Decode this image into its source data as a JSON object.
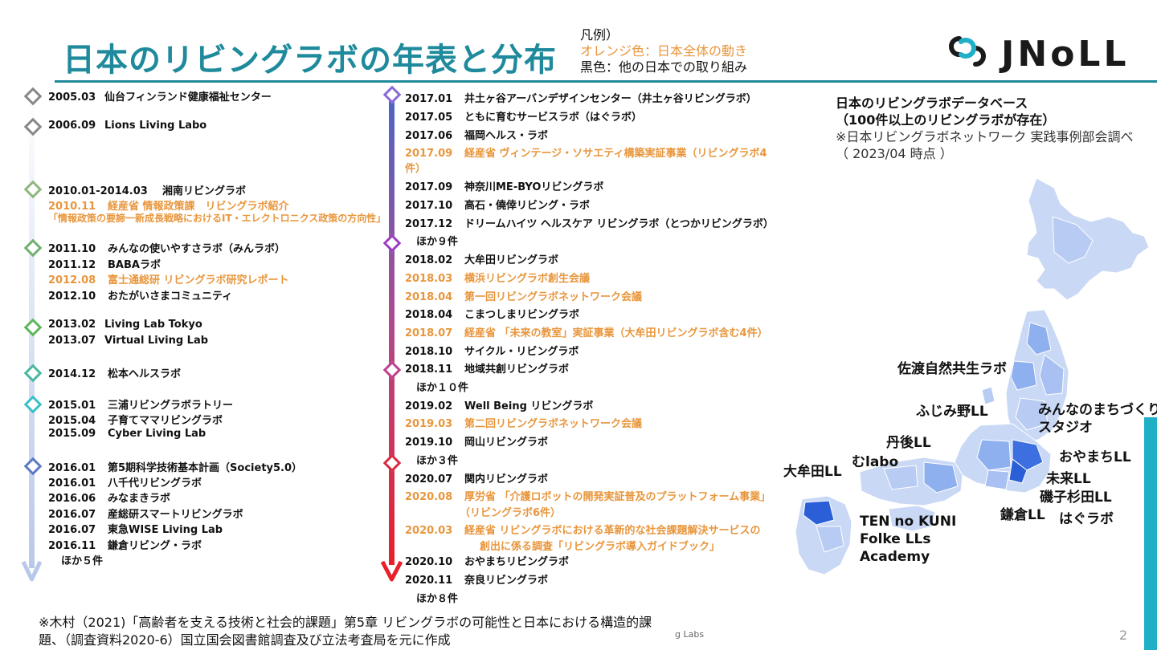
{
  "title": "日本のリビングラボの年表と分布",
  "legend": {
    "heading": "凡例）",
    "orange": "オレンジ色：日本全体の動き",
    "black": "黒色：他の日本での取り組み"
  },
  "logo_text": "JNoLL",
  "colors": {
    "accent": "#1f8a9c",
    "orange": "#e8963c",
    "map_light": "#c9d8f5",
    "map_mid": "#8fb0ee",
    "map_dark": "#3d6fe0",
    "cyan_bar": "#1fb0c8"
  },
  "left_timeline": [
    {
      "date": "2005.03",
      "text": "仙台フィンランド健康福祉センター",
      "orange": false
    },
    {
      "date": "2006.09",
      "text": "Lions Living Labo",
      "orange": false
    },
    {
      "date": "2010.01-2014.03",
      "text": "湘南リビングラボ",
      "orange": false
    },
    {
      "date": "2010.11",
      "text": "経産省 情報政策課　リビングラボ紹介",
      "orange": true
    },
    {
      "date": "",
      "text": "「情報政策の要諦一新成長戦略におけるIT・エレクトロニクス政策の方向性」",
      "orange": true
    },
    {
      "date": "2011.10",
      "text": "みんなの使いやすさラボ（みんラボ）",
      "orange": false
    },
    {
      "date": "2011.12",
      "text": "BABAラボ",
      "orange": false
    },
    {
      "date": "2012.08",
      "text": "富士通総研 リビングラボ研究レポート",
      "orange": true
    },
    {
      "date": "2012.10",
      "text": "おたがいさまコミュニティ",
      "orange": false
    },
    {
      "date": "2013.02",
      "text": "Living Lab Tokyo",
      "orange": false
    },
    {
      "date": "2013.07",
      "text": "Virtual Living Lab",
      "orange": false
    },
    {
      "date": "2014.12",
      "text": "松本ヘルスラボ",
      "orange": false
    },
    {
      "date": "2015.01",
      "text": "三浦リビングラボラトリー",
      "orange": false
    },
    {
      "date": "2015.04",
      "text": "子育てママリビングラボ",
      "orange": false
    },
    {
      "date": "2015.09",
      "text": "Cyber Living Lab",
      "orange": false
    },
    {
      "date": "2016.01",
      "text": "第5期科学技術基本計画（Society5.0）",
      "orange": false
    },
    {
      "date": "2016.01",
      "text": "八千代リビングラボ",
      "orange": false
    },
    {
      "date": "2016.06",
      "text": "みなまきラボ",
      "orange": false
    },
    {
      "date": "2016.07",
      "text": "産総研スマートリビングラボ",
      "orange": false
    },
    {
      "date": "2016.07",
      "text": "東急WISE Living Lab",
      "orange": false
    },
    {
      "date": "2016.11",
      "text": "鎌倉リビング・ラボ",
      "orange": false
    },
    {
      "date": "",
      "text": "ほか５件",
      "orange": false
    }
  ],
  "right_timeline": [
    {
      "date": "2017.01",
      "text": "井土ヶ谷アーバンデザインセンター（井土ヶ谷リビングラボ）",
      "orange": false
    },
    {
      "date": "2017.05",
      "text": "ともに育むサービスラボ（はぐラボ）",
      "orange": false
    },
    {
      "date": "2017.06",
      "text": "福岡ヘルス・ラボ",
      "orange": false
    },
    {
      "date": "2017.09",
      "text": "経産省 ヴィンテージ・ソサエティ構築実証事業（リビングラボ4",
      "orange": true
    },
    {
      "date": "",
      "text": "件）",
      "orange": true
    },
    {
      "date": "2017.09",
      "text": "神奈川ME-BYOリビングラボ",
      "orange": false
    },
    {
      "date": "2017.10",
      "text": "高石・僥倖リビング・ラボ",
      "orange": false
    },
    {
      "date": "2017.12",
      "text": "ドリームハイツ ヘルスケア リビングラボ（とつかリビングラボ）",
      "orange": false
    },
    {
      "date": "",
      "text": "ほか９件",
      "orange": false
    },
    {
      "date": "2018.02",
      "text": "大牟田リビングラボ",
      "orange": false
    },
    {
      "date": "2018.03",
      "text": "横浜リビングラボ創生会議",
      "orange": true
    },
    {
      "date": "2018.04",
      "text": "第一回リビングラボネットワーク会議",
      "orange": true
    },
    {
      "date": "2018.04",
      "text": "こまつしまリビングラボ",
      "orange": false
    },
    {
      "date": "2018.07",
      "text": "経産省 「未来の教室」実証事業（大牟田リビングラボ含む4件）",
      "orange": true
    },
    {
      "date": "2018.10",
      "text": "サイクル・リビングラボ",
      "orange": false
    },
    {
      "date": "2018.11",
      "text": "地域共創リビングラボ",
      "orange": false
    },
    {
      "date": "",
      "text": "ほか１０件",
      "orange": false
    },
    {
      "date": "2019.02",
      "text": "Well Being リビングラボ",
      "orange": false
    },
    {
      "date": "2019.03",
      "text": "第二回リビングラボネットワーク会議",
      "orange": true
    },
    {
      "date": "2019.10",
      "text": "岡山リビングラボ",
      "orange": false
    },
    {
      "date": "",
      "text": "ほか３件",
      "orange": false
    },
    {
      "date": "2020.07",
      "text": "関内リビングラボ",
      "orange": false
    },
    {
      "date": "2020.08",
      "text": "厚労省 「介護ロボットの開発実証普及のプラットフォーム事業」",
      "orange": true
    },
    {
      "date": "",
      "text": "（リビングラボ6件）",
      "orange": true
    },
    {
      "date": "2020.03",
      "text": "経産省 リビングラボにおける革新的な社会課題解決サービスの",
      "orange": true
    },
    {
      "date": "",
      "text": "創出に係る調査「リビングラボ導入ガイドブック」",
      "orange": true
    },
    {
      "date": "2020.10",
      "text": "おやまちリビングラボ",
      "orange": false
    },
    {
      "date": "2020.11",
      "text": "奈良リビングラボ",
      "orange": false
    },
    {
      "date": "",
      "text": "ほか８件",
      "orange": false
    }
  ],
  "database": {
    "line1": "日本のリビングラボデータベース",
    "line2": "（100件以上のリビングラボが存在）",
    "line3": "※日本リビングラボネットワーク 実践事例部会調べ",
    "line4": "（ 2023/04 時点 ）"
  },
  "map_labels": [
    {
      "text": "佐渡自然共生ラボ"
    },
    {
      "text": "ふじみ野LL"
    },
    {
      "text": "みんなのまちづくり"
    },
    {
      "text": "スタジオ"
    },
    {
      "text": "丹後LL"
    },
    {
      "text": "むlabo"
    },
    {
      "text": "大牟田LL"
    },
    {
      "text": "おやまちLL"
    },
    {
      "text": "未来LL"
    },
    {
      "text": "磯子杉田LL"
    },
    {
      "text": "鎌倉LL"
    },
    {
      "text": "はぐラボ"
    },
    {
      "text": "TEN no KUNI"
    },
    {
      "text": "Folke LLs"
    },
    {
      "text": "Academy"
    }
  ],
  "note": {
    "line1": "※木村（2021)「高齢者を支える技術と社会的課題」第5章 リビングラボの可能性と日本における構造的課",
    "line2": "題、（調査資料2020-6）国立国会図書館調査及び立法考査局を元に作成"
  },
  "footer": "g Labs",
  "page_number": "2"
}
